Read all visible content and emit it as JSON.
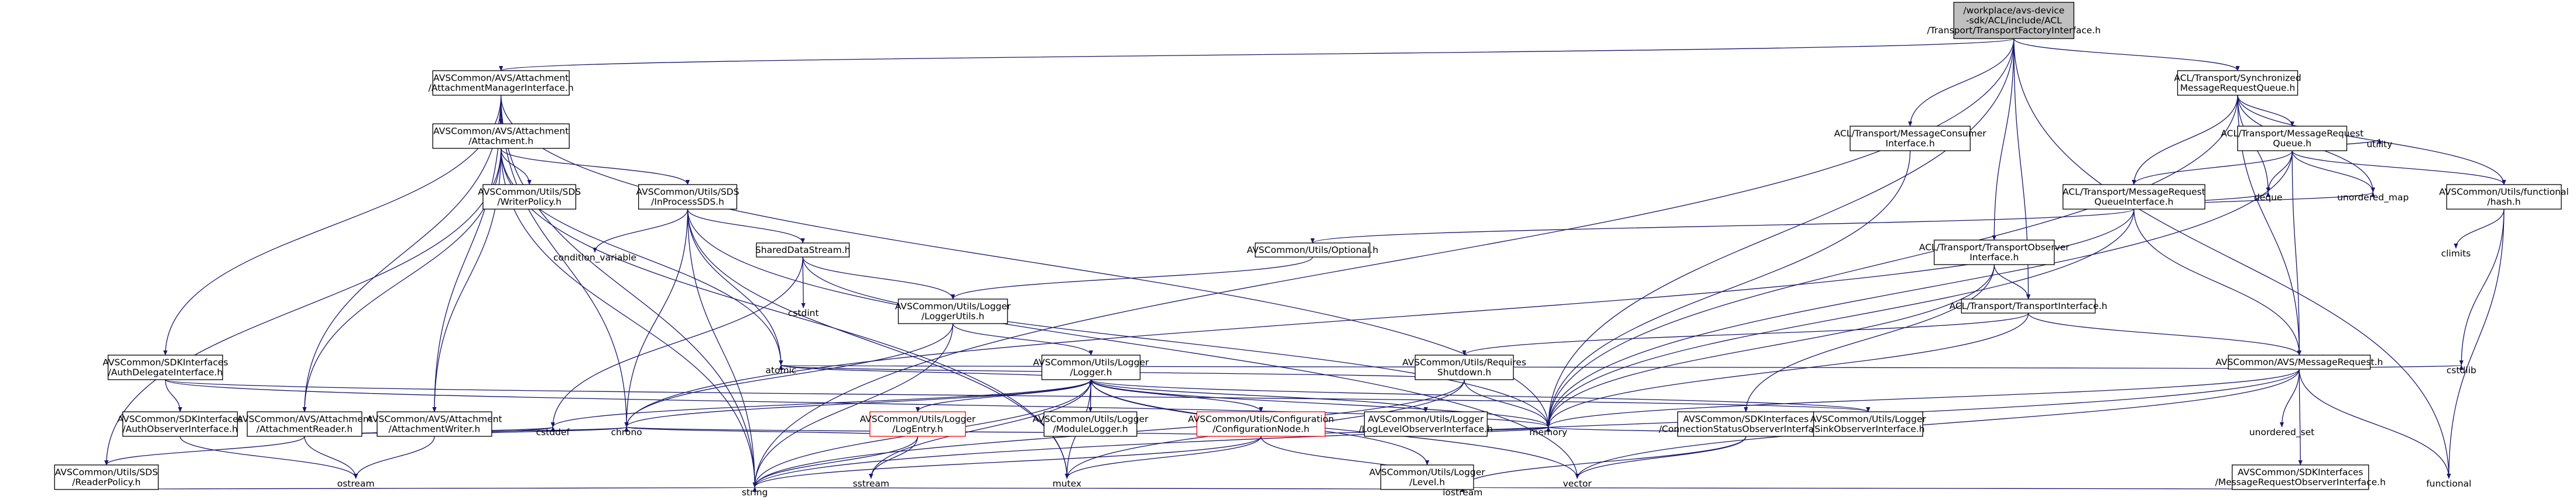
{
  "diagram": {
    "nodes": [
      {
        "id": "root",
        "lines": [
          "/workplace/avs-device",
          "-sdk/ACL/include/ACL",
          "/Transport/TransportFactoryInterface.h"
        ],
        "style": "root"
      },
      {
        "id": "amif",
        "lines": [
          "AVSCommon/AVS/Attachment",
          "/AttachmentManagerInterface.h"
        ]
      },
      {
        "id": "mrq",
        "lines": [
          "ACL/Transport/Synchronized",
          "MessageRequestQueue.h"
        ]
      },
      {
        "id": "mci",
        "lines": [
          "ACL/Transport/MessageConsumer",
          "Interface.h"
        ]
      },
      {
        "id": "att",
        "lines": [
          "AVSCommon/AVS/Attachment",
          "/Attachment.h"
        ]
      },
      {
        "id": "mrqh",
        "lines": [
          "ACL/Transport/MessageRequest",
          "Queue.h"
        ]
      },
      {
        "id": "wpol",
        "lines": [
          "AVSCommon/Utils/SDS",
          "/WriterPolicy.h"
        ]
      },
      {
        "id": "ips",
        "lines": [
          "AVSCommon/Utils/SDS",
          "/InProcessSDS.h"
        ]
      },
      {
        "id": "mrqi",
        "lines": [
          "ACL/Transport/MessageRequest",
          "QueueInterface.h"
        ]
      },
      {
        "id": "hash",
        "lines": [
          "AVSCommon/Utils/functional",
          "/hash.h"
        ]
      },
      {
        "id": "tobs",
        "lines": [
          "ACL/Transport/TransportObserver",
          "Interface.h"
        ]
      },
      {
        "id": "opt",
        "lines": [
          "AVSCommon/Utils/Optional.h"
        ]
      },
      {
        "id": "sds",
        "lines": [
          "SharedDataStream.h"
        ]
      },
      {
        "id": "lu",
        "lines": [
          "AVSCommon/Utils/Logger",
          "/LoggerUtils.h"
        ]
      },
      {
        "id": "ti",
        "lines": [
          "ACL/Transport/TransportInterface.h"
        ]
      },
      {
        "id": "adi",
        "lines": [
          "AVSCommon/SDKInterfaces",
          "/AuthDelegateInterface.h"
        ]
      },
      {
        "id": "logh",
        "lines": [
          "AVSCommon/Utils/Logger",
          "/Logger.h"
        ]
      },
      {
        "id": "rs",
        "lines": [
          "AVSCommon/Utils/Requires",
          "Shutdown.h"
        ]
      },
      {
        "id": "msgr",
        "lines": [
          "AVSCommon/AVS/MessageRequest.h"
        ]
      },
      {
        "id": "aoi",
        "lines": [
          "AVSCommon/SDKInterfaces",
          "/AuthObserverInterface.h"
        ]
      },
      {
        "id": "ar",
        "lines": [
          "AVSCommon/AVS/Attachment",
          "/AttachmentReader.h"
        ]
      },
      {
        "id": "aw",
        "lines": [
          "AVSCommon/AVS/Attachment",
          "/AttachmentWriter.h"
        ]
      },
      {
        "id": "le",
        "lines": [
          "AVSCommon/Utils/Logger",
          "/LogEntry.h"
        ],
        "style": "red"
      },
      {
        "id": "ml",
        "lines": [
          "AVSCommon/Utils/Logger",
          "/ModuleLogger.h"
        ]
      },
      {
        "id": "cn",
        "lines": [
          "AVSCommon/Utils/Configuration",
          "/ConfigurationNode.h"
        ],
        "style": "red"
      },
      {
        "id": "lli",
        "lines": [
          "AVSCommon/Utils/Logger",
          "/LogLevelObserverInterface.h"
        ]
      },
      {
        "id": "csoi",
        "lines": [
          "AVSCommon/SDKInterfaces",
          "/ConnectionStatusObserverInterface.h"
        ]
      },
      {
        "id": "soi",
        "lines": [
          "AVSCommon/Utils/Logger",
          "/SinkObserverInterface.h"
        ]
      },
      {
        "id": "rpol",
        "lines": [
          "AVSCommon/Utils/SDS",
          "/ReaderPolicy.h"
        ]
      },
      {
        "id": "lvl",
        "lines": [
          "AVSCommon/Utils/Logger",
          "/Level.h"
        ]
      },
      {
        "id": "mroi",
        "lines": [
          "AVSCommon/SDKInterfaces",
          "/MessageRequestObserverInterface.h"
        ]
      }
    ],
    "leaves": [
      {
        "id": "string",
        "label": "string"
      },
      {
        "id": "chrono",
        "label": "chrono"
      },
      {
        "id": "memory",
        "label": "memory"
      },
      {
        "id": "condvar",
        "label": "condition_variable"
      },
      {
        "id": "cstdint",
        "label": "cstdint"
      },
      {
        "id": "atomic",
        "label": "atomic"
      },
      {
        "id": "cstddef",
        "label": "cstddef"
      },
      {
        "id": "ostream",
        "label": "ostream"
      },
      {
        "id": "sstream",
        "label": "sstream"
      },
      {
        "id": "mutex",
        "label": "mutex"
      },
      {
        "id": "vector",
        "label": "vector"
      },
      {
        "id": "iostream",
        "label": "iostream"
      },
      {
        "id": "deque",
        "label": "deque"
      },
      {
        "id": "umap",
        "label": "unordered_map"
      },
      {
        "id": "utility",
        "label": "utility"
      },
      {
        "id": "climits",
        "label": "climits"
      },
      {
        "id": "uset",
        "label": "unordered_set"
      },
      {
        "id": "cstdlib",
        "label": "cstdlib"
      },
      {
        "id": "functional",
        "label": "functional"
      }
    ]
  }
}
